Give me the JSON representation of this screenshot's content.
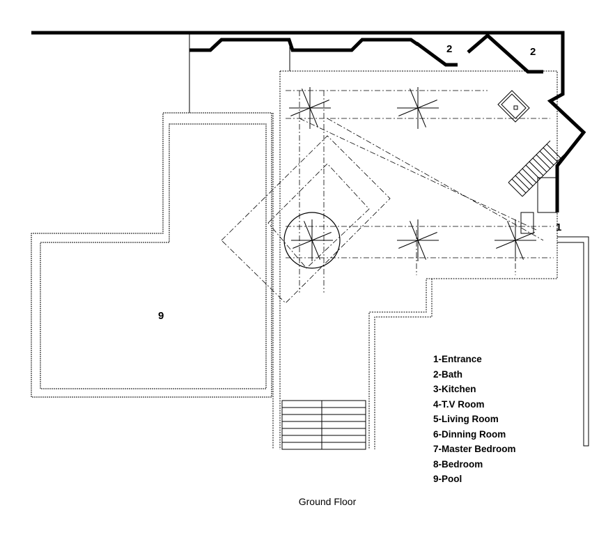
{
  "plan": {
    "caption": "Ground Floor",
    "room_labels": {
      "pool": "9",
      "bath_left": "2",
      "bath_right": "2",
      "entrance": "1"
    },
    "legend": [
      "1-Entrance",
      "2-Bath",
      "3-Kitchen",
      "4-T.V Room",
      "5-Living Room",
      "6-Dinning Room",
      "7-Master Bedroom",
      "8-Bedroom",
      "9-Pool"
    ]
  }
}
